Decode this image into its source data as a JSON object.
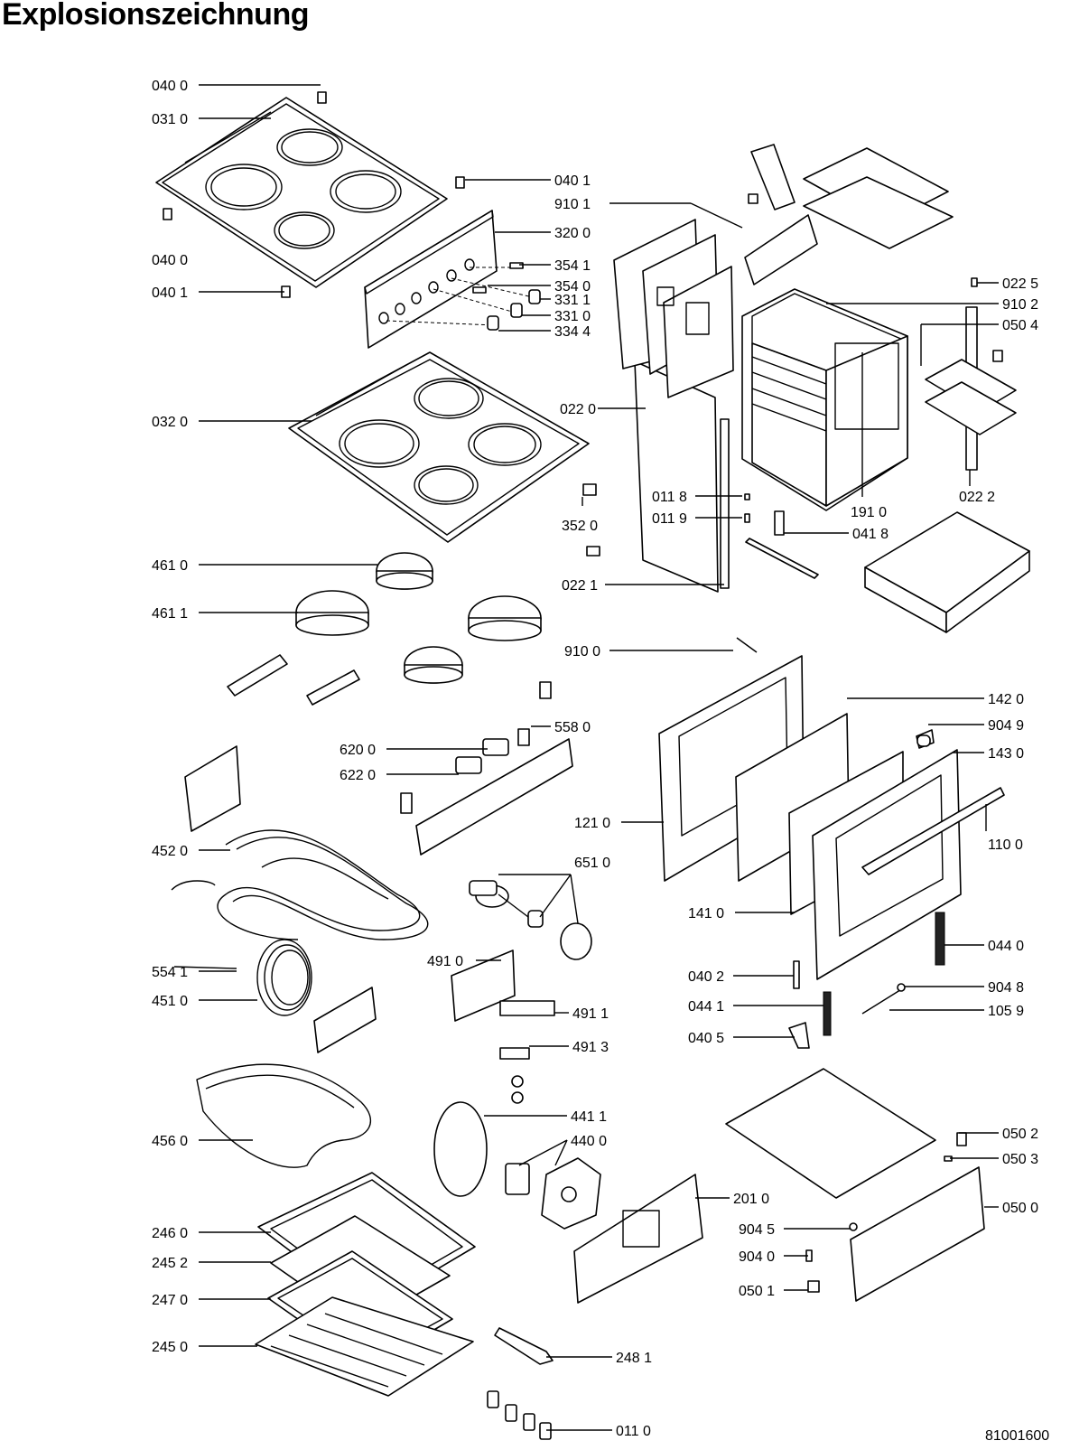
{
  "title": "Explosionszeichnung",
  "document_number": "81001600",
  "parts": [
    "040 0",
    "031 0",
    "040 1",
    "910 1",
    "320 0",
    "040 0",
    "040 1",
    "354 1",
    "354 0",
    "331 1",
    "331 0",
    "334 4",
    "022 5",
    "910 2",
    "050 4",
    "022 0",
    "032 0",
    "011 8",
    "011 9",
    "191 0",
    "022 2",
    "352 0",
    "041 8",
    "461 0",
    "022 1",
    "461 1",
    "910 0",
    "558 0",
    "142 0",
    "904 9",
    "620 0",
    "143 0",
    "622 0",
    "121 0",
    "110 0",
    "452 0",
    "651 0",
    "141 0",
    "491 0",
    "044 0",
    "554 1",
    "040 2",
    "904 8",
    "451 0",
    "491 1",
    "044 1",
    "105 9",
    "491 3",
    "040 5",
    "441 1",
    "050 2",
    "456 0",
    "440 0",
    "050 3",
    "201 0",
    "050 0",
    "246 0",
    "904 5",
    "245 2",
    "904 0",
    "247 0",
    "050 1",
    "248 1",
    "245 0",
    "011 0"
  ]
}
